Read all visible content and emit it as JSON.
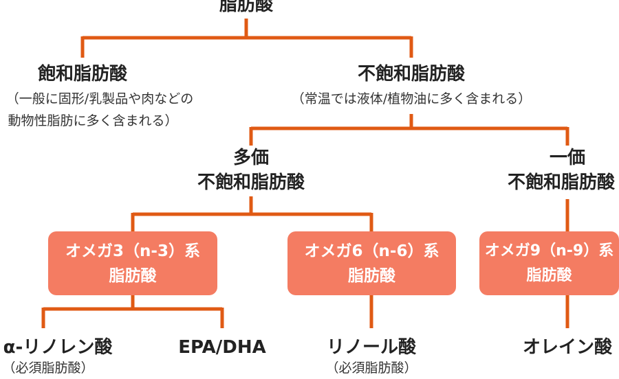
{
  "root": {
    "label": "脂肪酸"
  },
  "saturated": {
    "label": "飽和脂肪酸",
    "note_line1": "（一般に固形/乳製品や肉などの",
    "note_line2": "動物性脂肪に多く含まれる）"
  },
  "unsaturated": {
    "label": "不飽和脂肪酸",
    "note": "（常温では液体/植物油に多く含まれる）"
  },
  "polyunsaturated": {
    "line1": "多価",
    "line2": "不飽和脂肪酸"
  },
  "monounsaturated": {
    "line1": "一価",
    "line2": "不飽和脂肪酸"
  },
  "omega_boxes": [
    {
      "line1": "オメガ3（n-3）系",
      "line2": "脂肪酸"
    },
    {
      "line1": "オメガ6（n-6）系",
      "line2": "脂肪酸"
    },
    {
      "line1": "オメガ9（n-9）系",
      "line2": "脂肪酸"
    }
  ],
  "leaves": [
    {
      "label": "α-リノレン酸",
      "note": "（必須脂肪酸）"
    },
    {
      "label": "EPA/DHA"
    },
    {
      "label": "リノール酸",
      "note": "（必須脂肪酸）"
    },
    {
      "label": "オレイン酸"
    }
  ],
  "colors": {
    "line": "#e05a14",
    "box": "#f47c62"
  }
}
